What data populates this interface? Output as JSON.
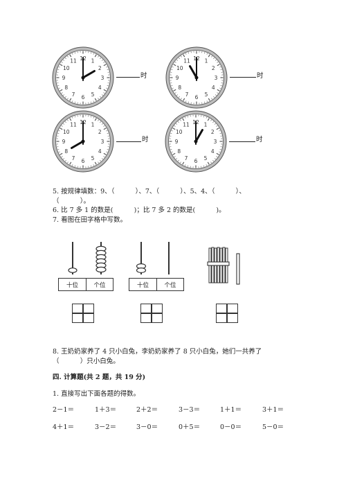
{
  "clocks": [
    {
      "hour": 2,
      "label": "时"
    },
    {
      "hour": 11,
      "label": "时"
    },
    {
      "hour": 8,
      "label": "时"
    },
    {
      "hour": 1,
      "label": "时"
    }
  ],
  "clock_numbers": [
    "12",
    "1",
    "2",
    "3",
    "4",
    "5",
    "6",
    "7",
    "8",
    "9",
    "10",
    "11"
  ],
  "q5_line1": "5. 按规律填数：9、（          ）、7、（          ）、5、4、（          ）、",
  "q5_line2": "（          ）。",
  "q6": "6. 比 7 多 1 的数是(          )；比 7 多 2 的数是(          )。",
  "q7": "7. 看图在田字格中写数。",
  "place_value": {
    "tens": "十位",
    "ones": "个位"
  },
  "q8_line1": "8. 王奶奶家养了 4 只小白兔，李奶奶家养了 8 只小白兔，她们一共养了",
  "q8_line2": "（          ）只小白兔。",
  "section4": "四. 计算题(共 2 题，共 19 分)",
  "q1": "1. 直接写出下面各题的得数。",
  "exercises": [
    [
      "2－1＝",
      "1＋3＝",
      "2＋2＝",
      "3－3＝",
      "1＋1＝",
      "3＋1＝"
    ],
    [
      "4＋1＝",
      "3－2＝",
      "3－0＝",
      "0＋5＝",
      "0－0＝",
      "5－0＝"
    ]
  ]
}
